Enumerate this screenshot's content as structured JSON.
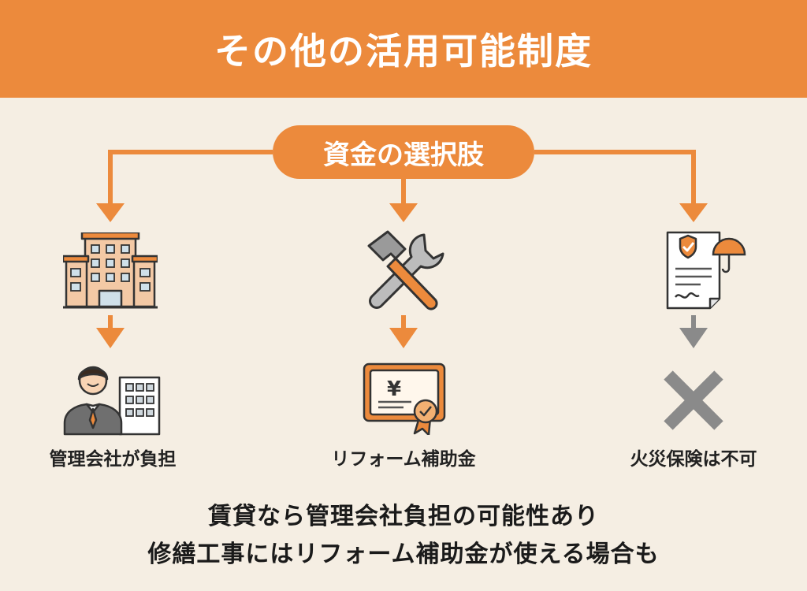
{
  "header": {
    "title": "その他の活用可能制度"
  },
  "source_node": {
    "label": "資金の選択肢"
  },
  "branches": [
    {
      "top_icon": "building-icon",
      "result_icon": "manager-with-building-icon",
      "result_label": "管理会社が負担",
      "available": true
    },
    {
      "top_icon": "hammer-wrench-icon",
      "result_icon": "yen-certificate-icon",
      "result_label": "リフォーム補助金",
      "available": true
    },
    {
      "top_icon": "insurance-document-icon",
      "result_icon": "cross-mark-icon",
      "result_label": "火災保険は不可",
      "available": false
    }
  ],
  "summary": {
    "line1": "賃貸なら管理会社負担の可能性あり",
    "line2": "修繕工事にはリフォーム補助金が使える場合も"
  },
  "colors": {
    "accent": "#ec8a3c",
    "background": "#f5eee3",
    "disabled": "#8a8a8a"
  }
}
